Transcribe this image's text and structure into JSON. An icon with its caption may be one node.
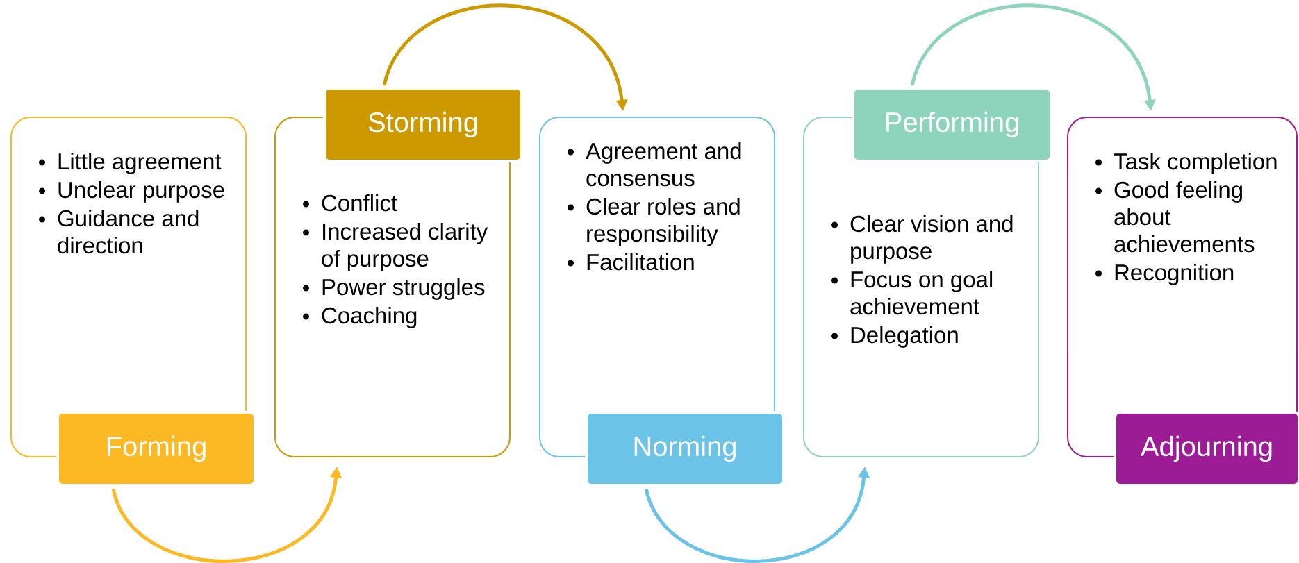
{
  "diagram": {
    "nodes": [
      {
        "text": [
          "Little agreement",
          "Unclear purpose",
          "Guidance and direction"
        ]
      },
      {
        "text": [
          "Forming"
        ]
      },
      {
        "text": [
          "Conflict",
          "Increased clarity of purpose",
          "Power struggles",
          "Coaching"
        ]
      },
      {
        "text": [
          "Storming"
        ]
      },
      {
        "text": [
          "Agreement and consensus",
          "Clear roles and responsibility",
          "Facilitation"
        ]
      },
      {
        "text": [
          "Norming"
        ]
      },
      {
        "text": [
          "Clear vision and purpose",
          "Focus on goal achievement",
          "Delegation"
        ]
      },
      {
        "text": [
          "Performing"
        ]
      },
      {
        "text": [
          "Task completion",
          "Good feeling about achievements",
          "Recognition"
        ]
      },
      {
        "text": [
          "Adjourning"
        ]
      }
    ],
    "edges": [
      {
        "from": 1,
        "to": 2,
        "arrow": "to",
        "color": "#fdb924"
      },
      {
        "from": 3,
        "to": 4,
        "arrow": "to",
        "color": "#cc9900"
      },
      {
        "from": 5,
        "to": 6,
        "arrow": "to",
        "color": "#6cc3e8"
      },
      {
        "from": 7,
        "to": 8,
        "arrow": "to",
        "color": "#8ed4bc"
      }
    ]
  }
}
